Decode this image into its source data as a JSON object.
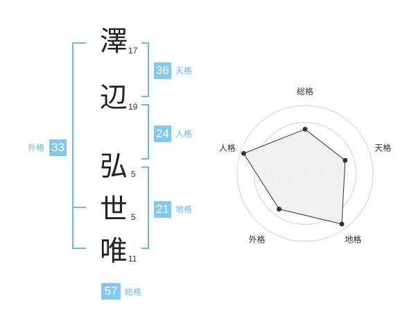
{
  "name": {
    "chars": [
      {
        "char": "澤",
        "strokes": "17"
      },
      {
        "char": "辺",
        "strokes": "19"
      },
      {
        "char": "弘",
        "strokes": "5"
      },
      {
        "char": "世",
        "strokes": "5"
      },
      {
        "char": "唯",
        "strokes": "11"
      }
    ]
  },
  "fortunes": {
    "tenkaku": {
      "label": "天格",
      "value": "36"
    },
    "jinkaku": {
      "label": "人格",
      "value": "24"
    },
    "chikaku": {
      "label": "地格",
      "value": "21"
    },
    "gaikaku": {
      "label": "外格",
      "value": "33"
    },
    "soukaku": {
      "label": "総格",
      "value": "57"
    }
  },
  "colors": {
    "accent": "#82c8f0",
    "bracket": "#6bb8e6"
  },
  "chart_data": {
    "type": "radar",
    "axes": [
      "総格",
      "天格",
      "地格",
      "外格",
      "人格"
    ],
    "values": [
      0.65,
      0.62,
      0.92,
      0.65,
      0.95
    ],
    "range": [
      0,
      1
    ],
    "rings": 4
  }
}
